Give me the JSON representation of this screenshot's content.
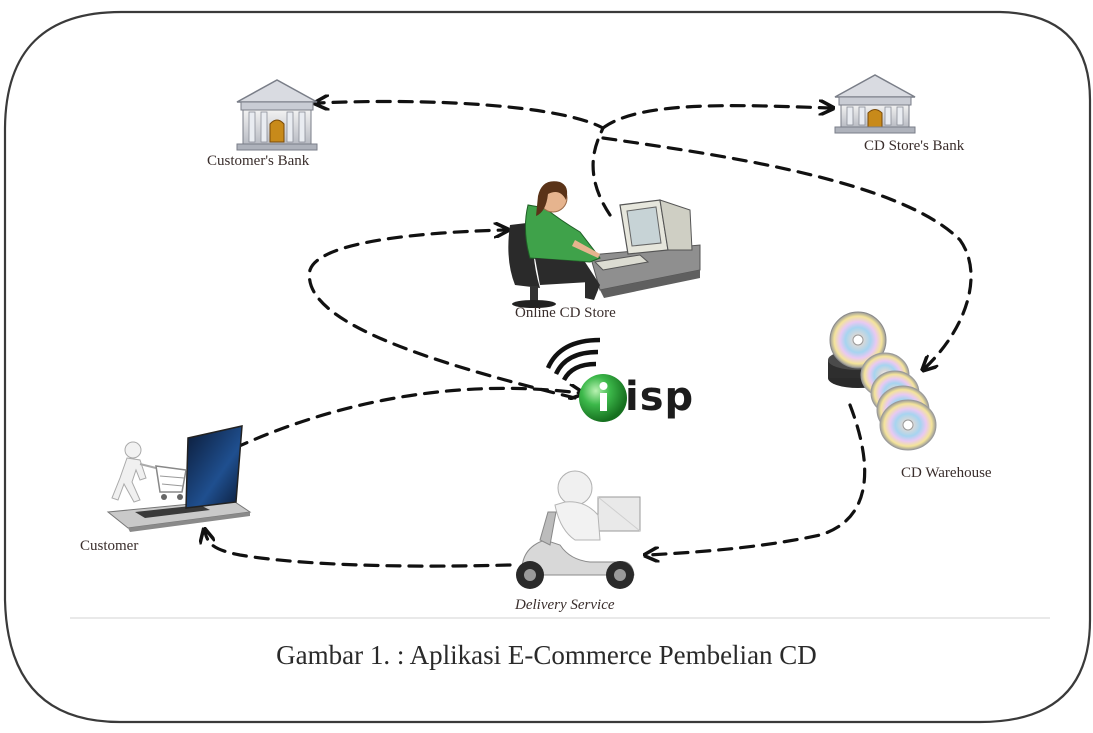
{
  "figure": {
    "caption": "Gambar 1. : Aplikasi E-Commerce Pembelian CD"
  },
  "nodes": {
    "customers_bank": {
      "label": "Customer's Bank",
      "icon": "bank-building-icon"
    },
    "cd_store_bank": {
      "label": "CD Store's Bank",
      "icon": "bank-building-icon"
    },
    "online_cd_store": {
      "label": "Online CD Store",
      "icon": "person-at-computer-icon"
    },
    "isp": {
      "label": "isp",
      "icon": "isp-globe-icon"
    },
    "cd_warehouse": {
      "label": "CD Warehouse",
      "icon": "cd-stack-icon"
    },
    "delivery_service": {
      "label": "Delivery Service",
      "icon": "scooter-courier-icon"
    },
    "customer": {
      "label": "Customer",
      "icon": "laptop-shopping-cart-icon"
    }
  },
  "edges": [
    {
      "from": "online_cd_store",
      "to": "customers_bank"
    },
    {
      "from": "online_cd_store",
      "to": "cd_store_bank"
    },
    {
      "from": "online_cd_store",
      "to": "cd_warehouse"
    },
    {
      "from": "isp",
      "to": "online_cd_store"
    },
    {
      "from": "customer",
      "to": "isp"
    },
    {
      "from": "cd_warehouse",
      "to": "delivery_service"
    },
    {
      "from": "delivery_service",
      "to": "customer"
    }
  ],
  "colors": {
    "border": "#3a3a3a",
    "arrow": "#111111",
    "label_text": "#3a2e2c",
    "isp_green": "#2f9e3a"
  }
}
